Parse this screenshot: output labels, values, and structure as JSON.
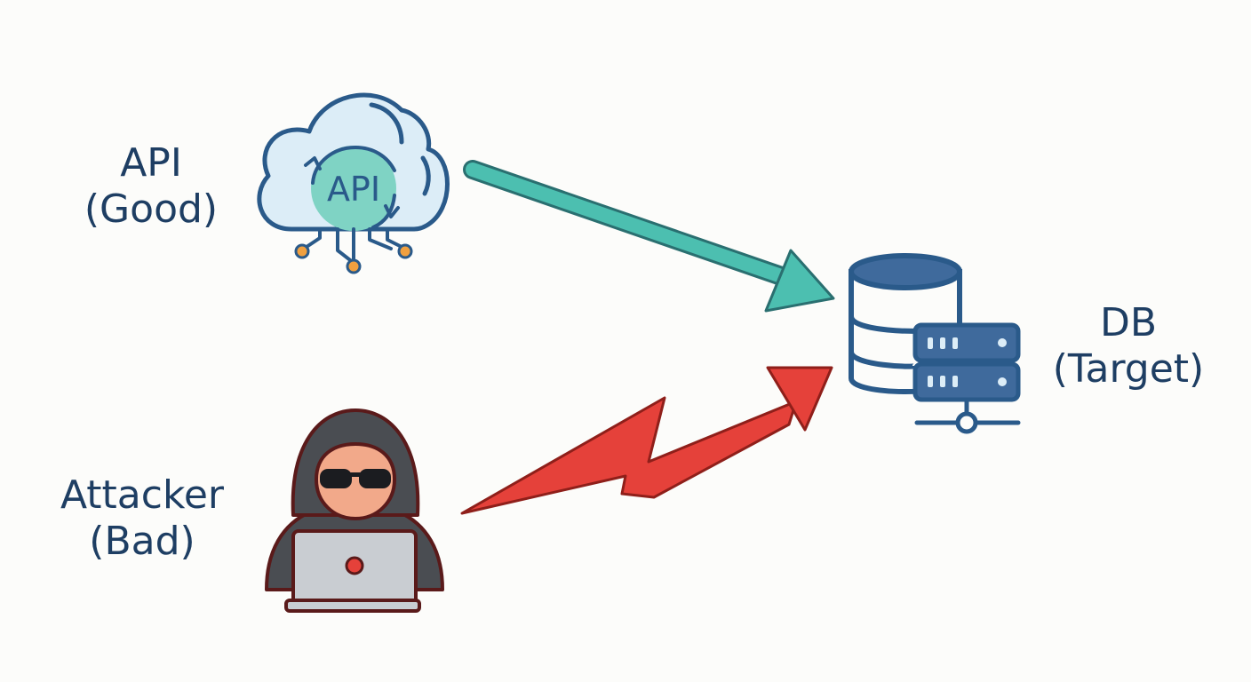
{
  "nodes": {
    "api": {
      "line1": "API",
      "line2": "(Good)",
      "icon_text": "API",
      "icon": "cloud-api-icon"
    },
    "attacker": {
      "line1": "Attacker",
      "line2": "(Bad)",
      "icon": "hooded-hacker-icon"
    },
    "db": {
      "line1": "DB",
      "line2": "(Target)",
      "icon": "database-server-icon"
    }
  },
  "edges": [
    {
      "from": "api",
      "to": "db",
      "style": "straight-arrow",
      "color": "#4cbfb0"
    },
    {
      "from": "attacker",
      "to": "db",
      "style": "lightning-arrow",
      "color": "#e5413a"
    }
  ],
  "colors": {
    "text": "#1e3e63",
    "outline": "#2a5a8a",
    "cloud_fill": "#dcedf7",
    "api_badge": "#7fd3c4",
    "node_dots": "#f0a040",
    "db_fill": "#3f6a9c",
    "good_arrow": "#4cbfb0",
    "bad_arrow": "#e5413a",
    "hood": "#4a4d52",
    "skin": "#f2a98a",
    "laptop": "#c9cdd2"
  }
}
